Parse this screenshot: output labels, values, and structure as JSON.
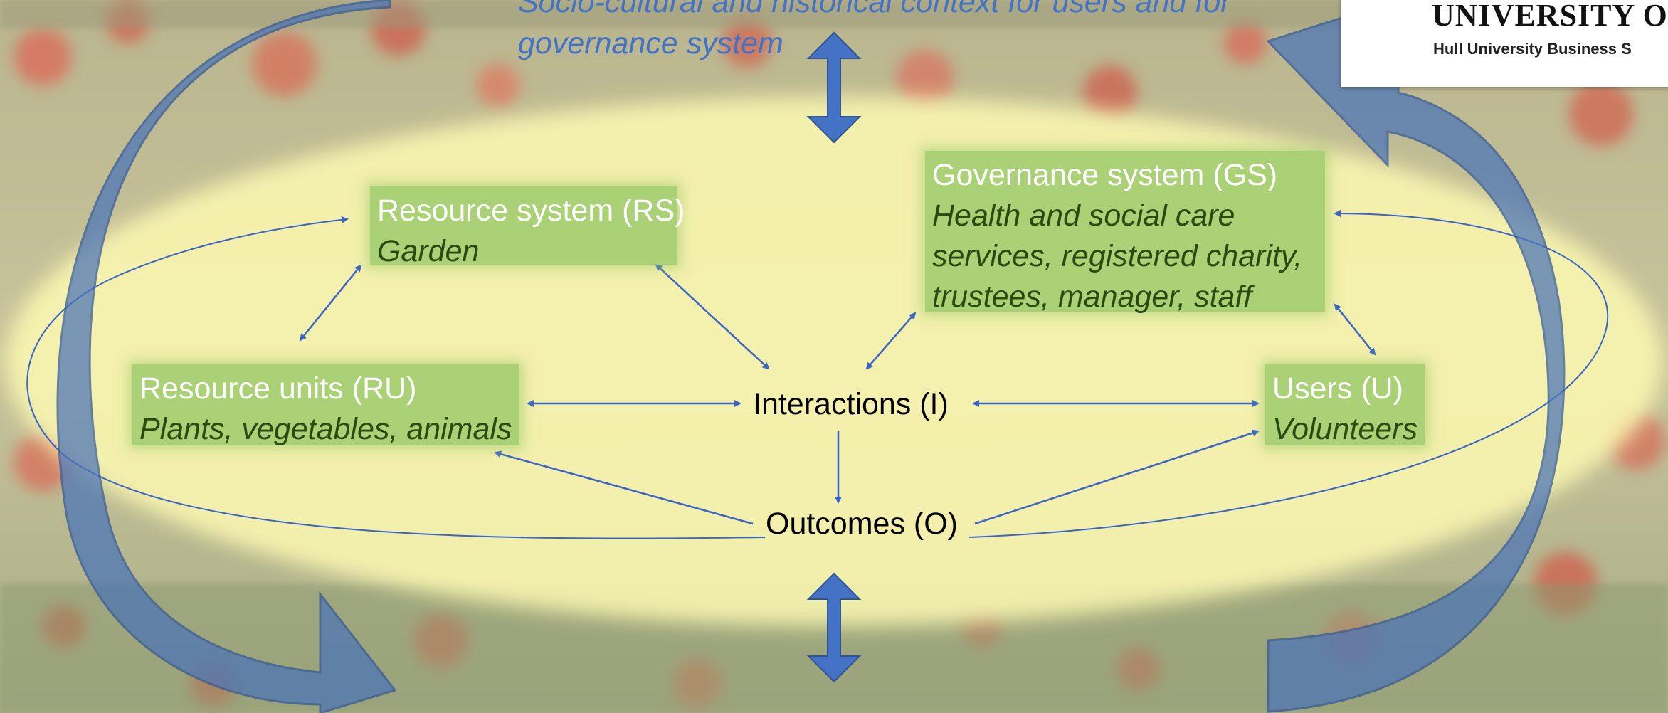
{
  "context": {
    "line1": "Socio-cultural and historical context for users and for",
    "line2": "governance system"
  },
  "nodes": {
    "resource_system": {
      "title": "Resource system (RS)",
      "subtitle": "Garden"
    },
    "governance_system": {
      "title": "Governance system (GS)",
      "subtitle_lines": [
        "Health and social care",
        "services, registered charity,",
        "trustees, manager, staff"
      ]
    },
    "resource_units": {
      "title": "Resource units (RU)",
      "subtitle": "Plants, vegetables, animals"
    },
    "users": {
      "title": "Users (U)",
      "subtitle": "Volunteers"
    },
    "interactions": {
      "label": "Interactions (I)"
    },
    "outcomes": {
      "label": "Outcomes (O)"
    }
  },
  "logo": {
    "main": "UNIVERSITY OF HU",
    "sub": "Hull University Business S"
  },
  "colors": {
    "ellipse": "#fbf7b0",
    "box_fill": "#9ecc6e",
    "arrow_blue": "#4472c4",
    "cycle_arrow": "#2f5597",
    "thin_arrow": "#3a64c8"
  }
}
